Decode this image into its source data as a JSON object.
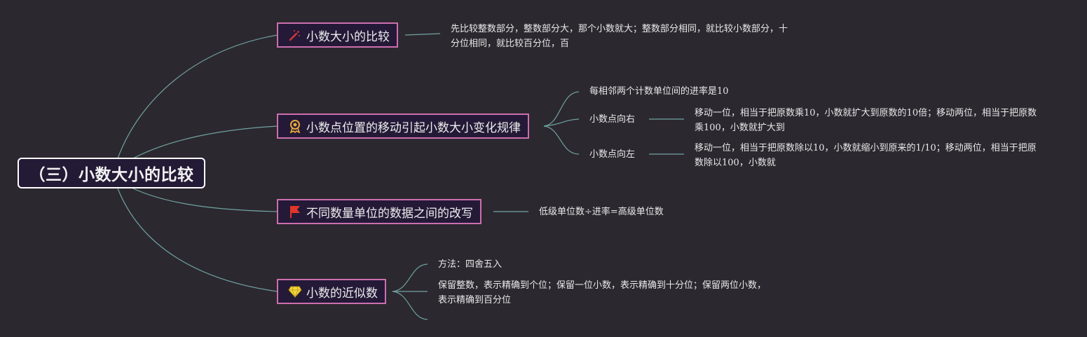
{
  "root": {
    "title": "（三）小数大小的比较"
  },
  "branches": [
    {
      "label": "小数大小的比较",
      "icon": "magic-wand-icon",
      "notes": [
        "先比较整数部分，整数部分大，那个小数就大；整数部分相同，就比较小数部分，十分位相同，就比较百分位，百"
      ]
    },
    {
      "label": "小数点位置的移动引起小数大小变化规律",
      "icon": "award-medal-icon",
      "notes": [
        "每相邻两个计数单位间的进率是10"
      ],
      "subs": [
        {
          "label": "小数点向右",
          "note": "移动一位，相当于把原数乘10，小数就扩大到原数的10倍；移动两位，相当于把原数乘100，小数就扩大到"
        },
        {
          "label": "小数点向左",
          "note": "移动一位，相当于把原数除以10，小数就缩小到原来的1/10；移动两位，相当于把原数除以100，小数就"
        }
      ]
    },
    {
      "label": "不同数量单位的数据之间的改写",
      "icon": "red-flag-icon",
      "notes": [
        "低级单位数÷进率=高级单位数"
      ]
    },
    {
      "label": "小数的近似数",
      "icon": "diamond-icon",
      "notes": [
        "方法：四舍五入",
        "保留整数，表示精确到个位；保留一位小数，表示精确到十分位；保留两位小数，表示精确到百分位",
        ""
      ]
    }
  ],
  "colors": {
    "line": "#6fa3a0",
    "border": "#cc6fae",
    "rootBorder": "#ffffff",
    "background": "#2c2830"
  }
}
